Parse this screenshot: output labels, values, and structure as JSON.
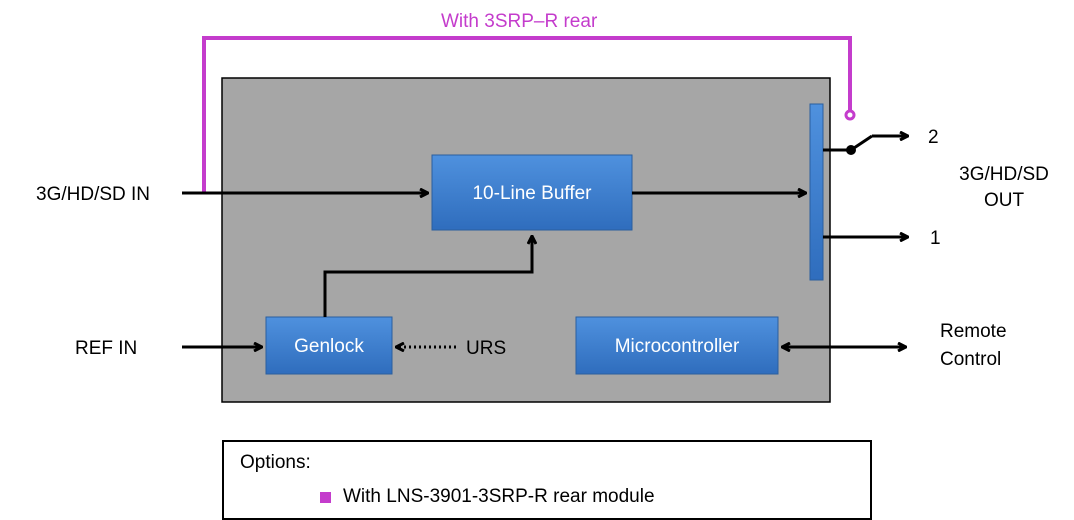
{
  "labels": {
    "top_path": "With 3SRP–R rear",
    "input": "3G/HD/SD IN",
    "ref_in": "REF IN",
    "urs": "URS",
    "out_2": "2",
    "out_1": "1",
    "out_line1": "3G/HD/SD",
    "out_line2": "OUT",
    "remote_line1": "Remote",
    "remote_line2": "Control"
  },
  "blocks": {
    "buffer": "10-Line Buffer",
    "genlock": "Genlock",
    "micro": "Microcontroller"
  },
  "legend": {
    "title": "Options:",
    "item": "With LNS-3901-3SRP-R rear module"
  },
  "colors": {
    "option_path": "#c43ccc",
    "block_fill": "#3f7fd0",
    "main_panel": "#a6a6a6"
  }
}
